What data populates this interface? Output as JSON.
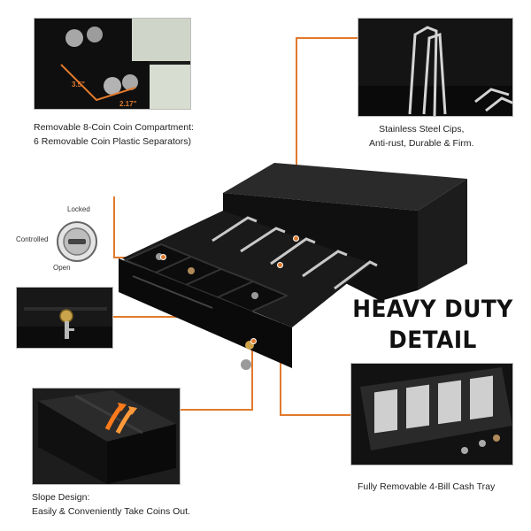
{
  "features": {
    "coin_compartment": {
      "line1": "Removable 8-Coin Coin Compartment:",
      "line2": "6 Removable Coin Plastic Separators)",
      "dim_depth": "3.5\"",
      "dim_width": "2.17\""
    },
    "steel_clips": {
      "line1": "Stainless Steel Cips,",
      "line2": "Anti-rust, Durable & Firm."
    },
    "slope": {
      "line1": "Slope Design:",
      "line2": "Easily & Conveniently Take Coins Out."
    },
    "bill_tray": {
      "line1": "Fully Removable 4-Bill Cash Tray"
    }
  },
  "headline": {
    "line1": "HEAVY DUTY",
    "line2": "DETAIL"
  },
  "lock": {
    "locked": "Locked",
    "controlled": "Controlled",
    "open": "Open"
  },
  "colors": {
    "accent": "#e07a2c",
    "drawer": "#141414",
    "background": "#ffffff"
  }
}
